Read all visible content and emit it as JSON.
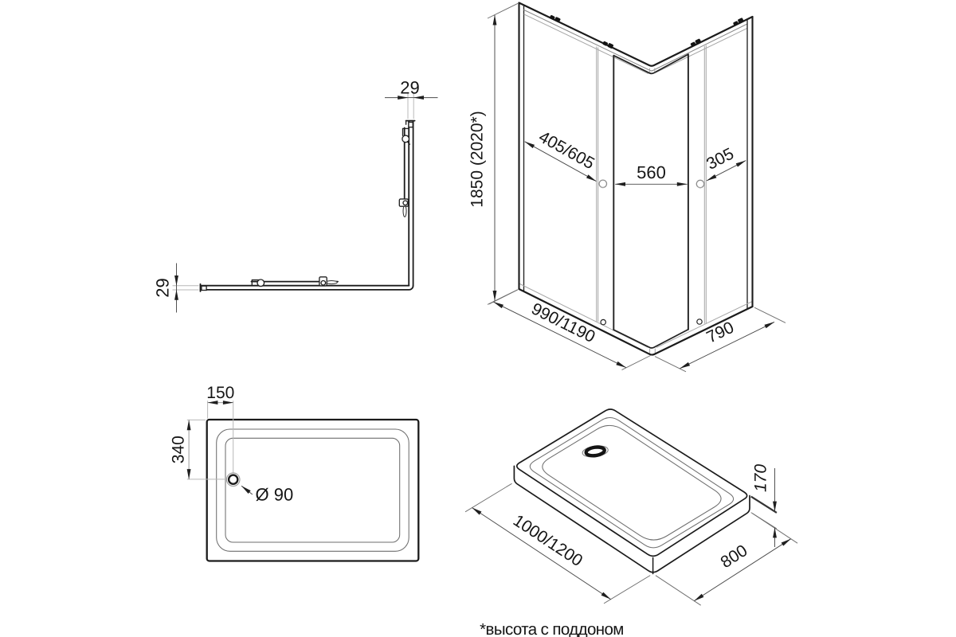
{
  "caption": "*высота с поддоном",
  "views": {
    "profile_plan": {
      "dim_top": "29",
      "dim_left": "29"
    },
    "enclosure_3d": {
      "dim_height": "1850 (2020*)",
      "dim_door_left": "405/605",
      "dim_entry": "560",
      "dim_door_right": "305",
      "dim_width_left": "990/1190",
      "dim_width_right": "790"
    },
    "tray_plan": {
      "dim_drain_offset_x": "150",
      "dim_drain_offset_y": "340",
      "dim_drain_diameter": "Ø 90"
    },
    "tray_3d": {
      "dim_length": "1000/1200",
      "dim_width": "800",
      "dim_height": "170"
    }
  }
}
